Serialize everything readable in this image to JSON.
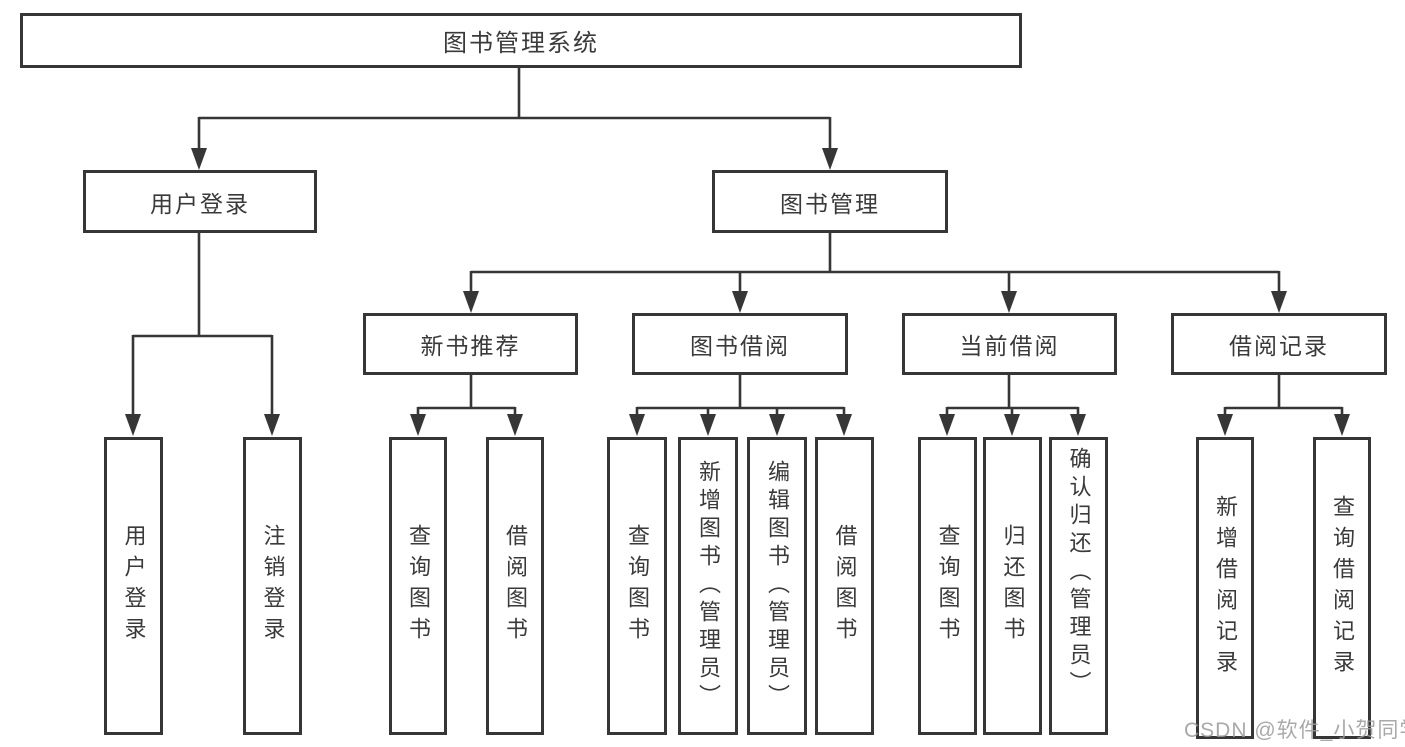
{
  "colors": {
    "line": "#363636",
    "box_border": "#363636",
    "text": "#3a3a3a",
    "watermark": "#9b9b9b",
    "background": "#ffffff"
  },
  "tree": {
    "root": {
      "label": "图书管理系统"
    },
    "level2": [
      {
        "label": "用户登录"
      },
      {
        "label": "图书管理"
      }
    ],
    "level3": [
      {
        "label": "新书推荐",
        "parent": "图书管理"
      },
      {
        "label": "图书借阅",
        "parent": "图书管理"
      },
      {
        "label": "当前借阅",
        "parent": "图书管理"
      },
      {
        "label": "借阅记录",
        "parent": "图书管理"
      }
    ],
    "leaves": [
      {
        "label": "用户登录",
        "parent": "用户登录"
      },
      {
        "label": "注销登录",
        "parent": "用户登录"
      },
      {
        "label": "查询图书",
        "parent": "新书推荐"
      },
      {
        "label": "借阅图书",
        "parent": "新书推荐"
      },
      {
        "label": "查询图书",
        "parent": "图书借阅"
      },
      {
        "label": "新增图书（管理员）",
        "parent": "图书借阅"
      },
      {
        "label": "编辑图书（管理员）",
        "parent": "图书借阅"
      },
      {
        "label": "借阅图书",
        "parent": "图书借阅"
      },
      {
        "label": "查询图书",
        "parent": "当前借阅"
      },
      {
        "label": "归还图书",
        "parent": "当前借阅"
      },
      {
        "label": "确认归还（管理员）",
        "parent": "当前借阅"
      },
      {
        "label": "新增借阅记录",
        "parent": "借阅记录"
      },
      {
        "label": "查询借阅记录",
        "parent": "借阅记录"
      }
    ]
  },
  "watermark": {
    "text": "CSDN @软件_小贺同学"
  }
}
